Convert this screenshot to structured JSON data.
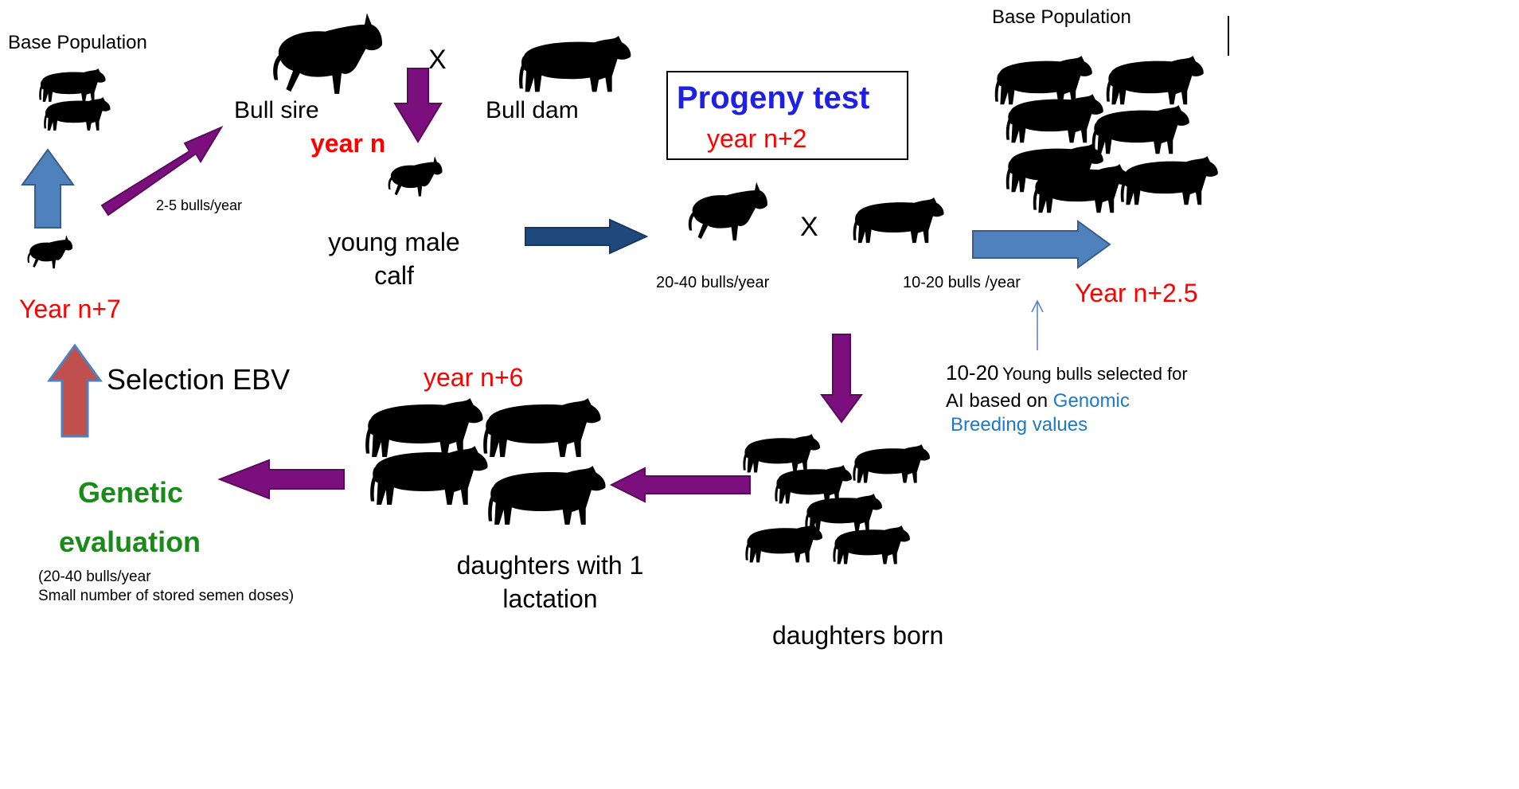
{
  "colors": {
    "purple": "#7b0f7e",
    "blue_arrow": "#4f81bd",
    "navy_arrow": "#1f497d",
    "red_arrow": "#c0504d",
    "red_text": "#ff0000",
    "green_text": "#1a8a1a",
    "blue_text": "#1f20e6",
    "link_blue": "#1f78c8",
    "animal": "#000000"
  },
  "icons": [
    "bull-icon",
    "cow-icon",
    "cow-herd-icon",
    "calf-icon"
  ],
  "labels": {
    "base_population_left": "Base Population",
    "base_population_right": "Base Population",
    "bull_sire": "Bull sire",
    "cross_x_top": "X",
    "bull_dam": "Bull dam",
    "year_n": "year n",
    "bulls_2_5": "2-5 bulls/year",
    "young_male_calf": "young male calf",
    "year_n7": "Year n+7",
    "progeny_test": "Progeny test",
    "year_n2": "year n+2",
    "cross_x_mid": "X",
    "bulls_20_40": "20-40 bulls/year",
    "bulls_10_20": "10-20 bulls /year",
    "year_n25": "Year n+2.5",
    "selected_count": "10-20",
    "selected_text": "Young bulls selected for",
    "ai_based_on": "AI based on",
    "genomic": "Genomic",
    "breeding_values": "Breeding values",
    "selection_ebv": "Selection EBV",
    "year_n6": "year n+6",
    "genetic": "Genetic",
    "evaluation": "evaluation",
    "eval_note_1": "(20-40 bulls/year",
    "eval_note_2": "Small number of stored semen doses)",
    "daughters_lactation": "daughters with 1 lactation",
    "daughters_born": "daughters born"
  }
}
